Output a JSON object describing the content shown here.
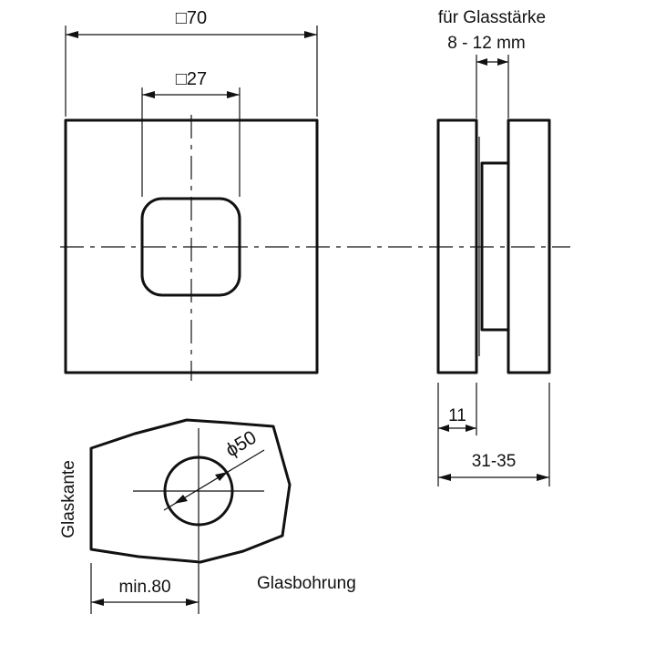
{
  "front_view": {
    "outer_size": "□70",
    "inner_size": "□27"
  },
  "side_view": {
    "glass_thickness_line1": "für Glasstärke",
    "glass_thickness_line2": "8 - 12 mm",
    "plate_thickness": "11",
    "total_depth": "31-35"
  },
  "glass_detail": {
    "hole_diameter": "ϕ50",
    "edge_label": "Glaskante",
    "edge_distance": "min.80",
    "hole_label": "Glasbohrung"
  }
}
